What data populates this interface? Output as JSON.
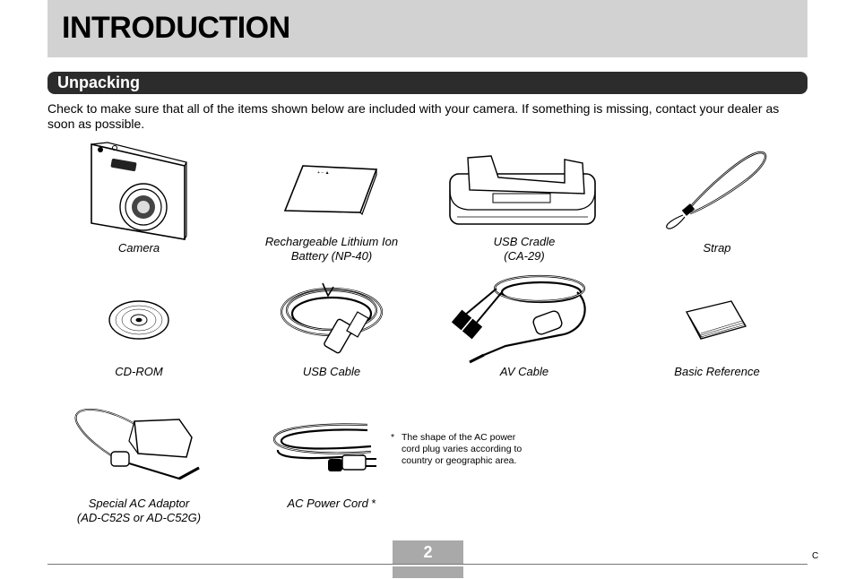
{
  "header": {
    "title": "INTRODUCTION"
  },
  "section": {
    "title": "Unpacking"
  },
  "intro_text": "Check to make sure that all of the items shown below are included with your camera. If something is missing, contact your dealer as soon as possible.",
  "items": [
    {
      "line1": "Camera",
      "line2": "",
      "icon": "camera-icon"
    },
    {
      "line1": "Rechargeable Lithium Ion",
      "line2": "Battery (NP-40)",
      "icon": "battery-icon"
    },
    {
      "line1": "USB Cradle",
      "line2": "(CA-29)",
      "icon": "usb-cradle-icon"
    },
    {
      "line1": "Strap",
      "line2": "",
      "icon": "strap-icon"
    },
    {
      "line1": "CD-ROM",
      "line2": "",
      "icon": "cd-rom-icon"
    },
    {
      "line1": "USB Cable",
      "line2": "",
      "icon": "usb-cable-icon"
    },
    {
      "line1": "AV Cable",
      "line2": "",
      "icon": "av-cable-icon"
    },
    {
      "line1": "Basic Reference",
      "line2": "",
      "icon": "booklet-icon"
    },
    {
      "line1": "Special AC Adaptor",
      "line2": "(AD-C52S or AD-C52G)",
      "icon": "ac-adaptor-icon"
    },
    {
      "line1": "AC Power Cord",
      "line2": "",
      "icon": "power-cord-icon"
    }
  ],
  "footnote": {
    "mark": "*",
    "text": "The shape of the AC power cord plug varies according to country or geographic area."
  },
  "page": {
    "number": "2",
    "corner_label": "C"
  }
}
